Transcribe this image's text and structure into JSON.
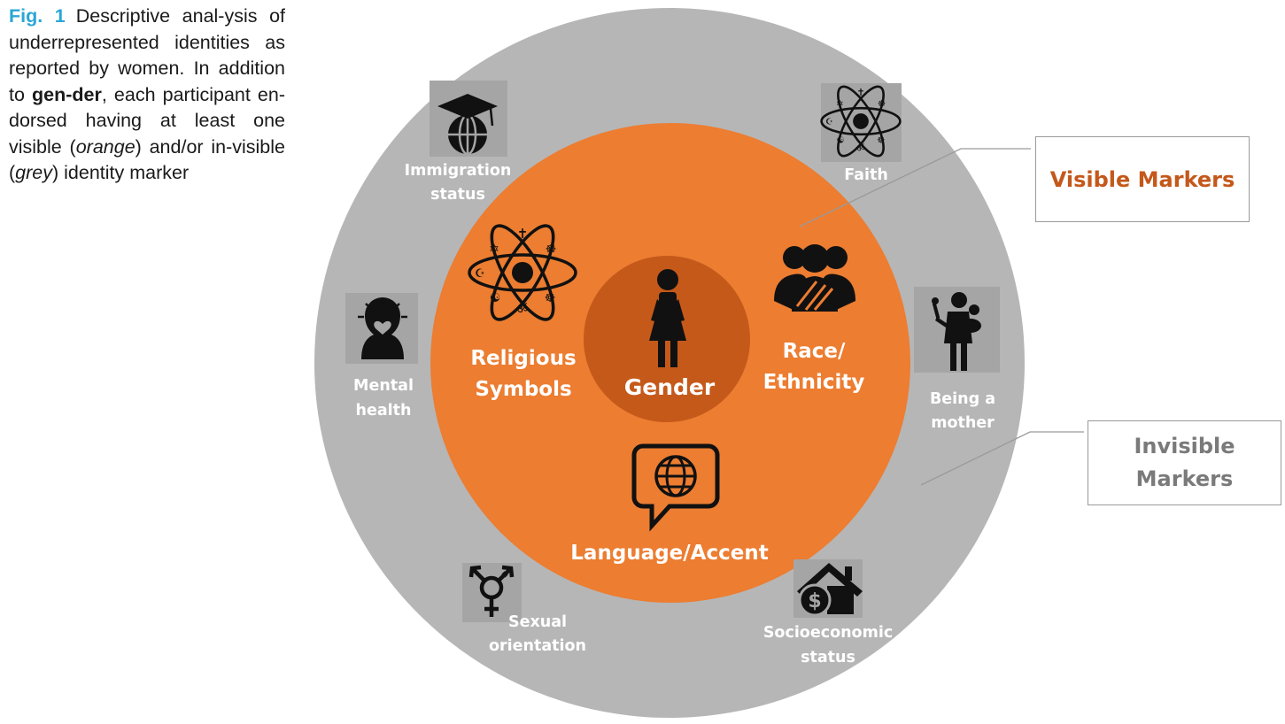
{
  "caption": {
    "fig_label": "Fig. 1",
    "part1": "Descriptive anal-ysis of underrepresented identities as reported by women. In addition to ",
    "bold1": "gen-der",
    "part2": ", each participant en-dorsed having at least one visible (",
    "italic1": "orange",
    "part3": ") and/or in-visible (",
    "italic2": "grey",
    "part4": ") identity marker"
  },
  "center": {
    "label": "Gender",
    "icon": "woman-icon"
  },
  "visible_markers": [
    {
      "line1": "Religious",
      "line2": "Symbols",
      "icon": "religious-symbols-icon"
    },
    {
      "line1": "Race/",
      "line2": "Ethnicity",
      "icon": "group-people-icon"
    },
    {
      "line1": "Language/Accent",
      "icon": "speech-globe-icon"
    }
  ],
  "invisible_markers": [
    {
      "line1": "Immigration",
      "line2": "status",
      "icon": "graduation-globe-icon"
    },
    {
      "line1": "Faith",
      "icon": "religious-symbols-icon"
    },
    {
      "line1": "Mental",
      "line2": "health",
      "icon": "head-heart-icon"
    },
    {
      "line1": "Being a",
      "line2": "mother",
      "icon": "mother-child-icon"
    },
    {
      "line1": "Sexual",
      "line2": "orientation",
      "icon": "gender-symbol-icon"
    },
    {
      "line1": "Socioeconomic",
      "line2": "status",
      "icon": "house-dollar-icon"
    }
  ],
  "legend": {
    "visible": "Visible Markers",
    "invisible_line1": "Invisible",
    "invisible_line2": "Markers"
  },
  "colors": {
    "outer_ring": "#b6b6b6",
    "orange": "#ec7d31",
    "dark_orange": "#c5591a",
    "icon_tile": "#a5a5a5",
    "visible_text": "#c4581b",
    "invisible_text": "#7a7a7a",
    "fig_label": "#2aa6d6"
  }
}
